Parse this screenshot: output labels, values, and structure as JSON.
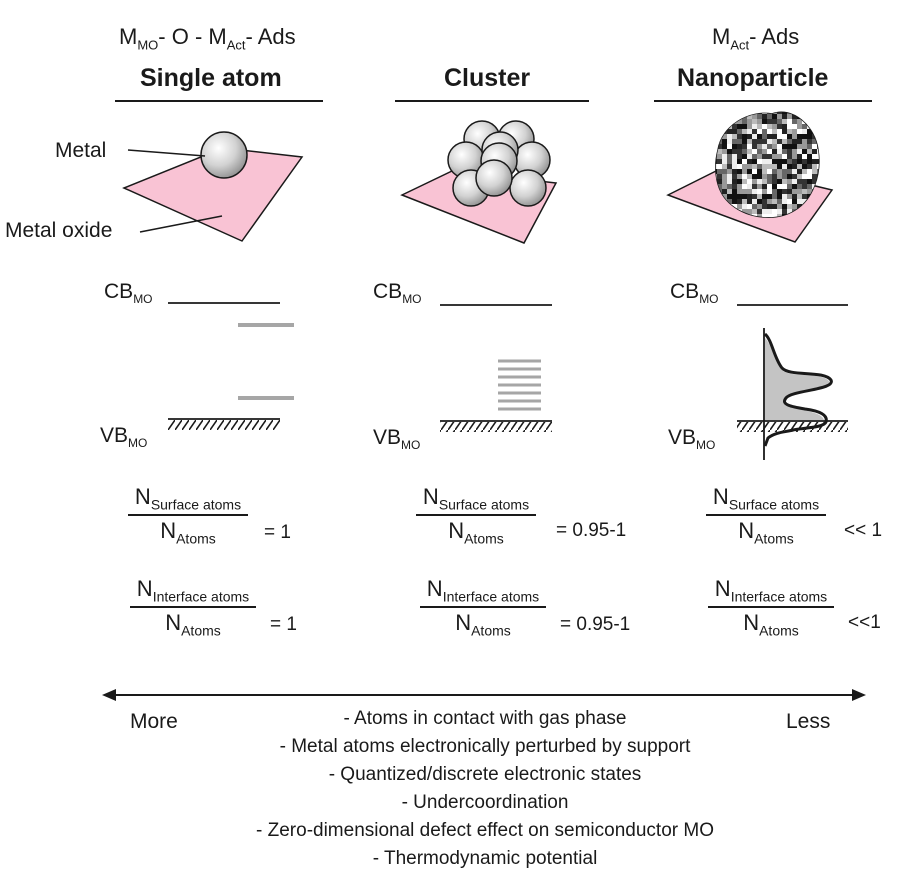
{
  "columns": {
    "single": {
      "formula": {
        "m": "M",
        "m_sub": "MO",
        "rest1": "- O - M",
        "act_sub": "Act",
        "rest2": "- Ads"
      },
      "title": "Single atom",
      "metal_label": "Metal",
      "oxide_label": "Metal oxide",
      "surface_ratio": {
        "n": "N",
        "num_sub": "Surface atoms",
        "den_sub": "Atoms",
        "value": "= 1"
      },
      "interface_ratio": {
        "n": "N",
        "num_sub": "Interface atoms",
        "den_sub": "Atoms",
        "value": "= 1"
      }
    },
    "cluster": {
      "title": "Cluster",
      "surface_ratio": {
        "n": "N",
        "num_sub": "Surface atoms",
        "den_sub": "Atoms",
        "value": "= 0.95-1"
      },
      "interface_ratio": {
        "n": "N",
        "num_sub": "Interface atoms",
        "den_sub": "Atoms",
        "value": "= 0.95-1"
      }
    },
    "nanoparticle": {
      "formula": {
        "m": "M",
        "act_sub": "Act",
        "rest": "- Ads"
      },
      "title": "Nanoparticle",
      "surface_ratio": {
        "n": "N",
        "num_sub": "Surface atoms",
        "den_sub": "Atoms",
        "value": "<< 1"
      },
      "interface_ratio": {
        "n": "N",
        "num_sub": "Interface atoms",
        "den_sub": "Atoms",
        "value": "<<1"
      }
    }
  },
  "bands": {
    "cb": "CB",
    "vb": "VB",
    "sub": "MO"
  },
  "arrow": {
    "left": "More",
    "right": "Less"
  },
  "properties": [
    "- Atoms in contact with gas phase",
    "- Metal atoms electronically perturbed by support",
    "- Quantized/discrete electronic states",
    "- Undercoordination",
    "- Zero-dimensional defect effect on semiconductor MO",
    "- Thermodynamic potential"
  ],
  "colors": {
    "oxide_plane": "#f9c3d4",
    "states": "#a6a6a6",
    "dos_fill": "#c4c4c4",
    "text": "#1a1a1a"
  }
}
